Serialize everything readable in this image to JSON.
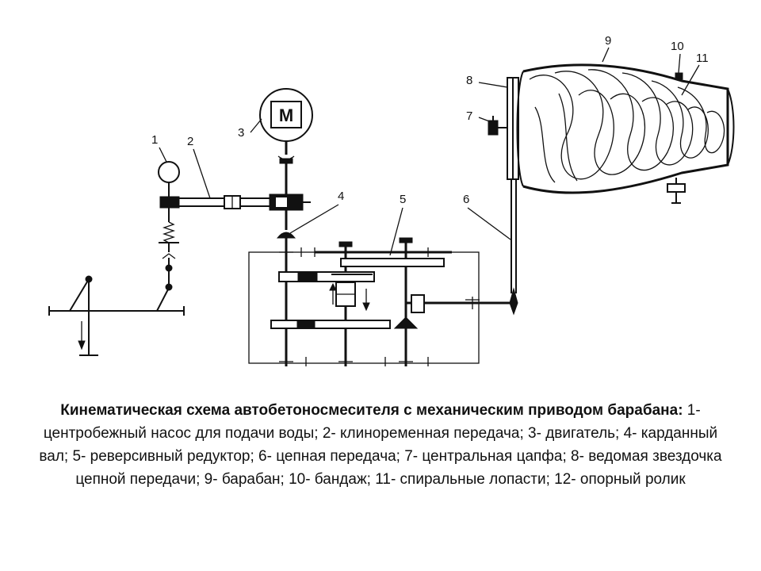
{
  "labels": {
    "n1": "1",
    "n2": "2",
    "n3": "3",
    "n4": "4",
    "n5": "5",
    "n6": "6",
    "n7": "7",
    "n8": "8",
    "n9": "9",
    "n10": "10",
    "n11": "11",
    "motor": "М"
  },
  "caption": {
    "title": "Кинематическая схема автобетоносмесителя с механическим приводом барабана:",
    "text": " 1- центробежный насос для подачи воды; 2- клиноременная передача; 3- двигатель; 4- карданный вал; 5- реверсивный редуктор; 6- цепная передача; 7- центральная цапфа; 8- ведомая звездочка цепной передачи; 9- барабан; 10- бандаж; 11- спиральные лопасти; 12- опорный ролик"
  }
}
